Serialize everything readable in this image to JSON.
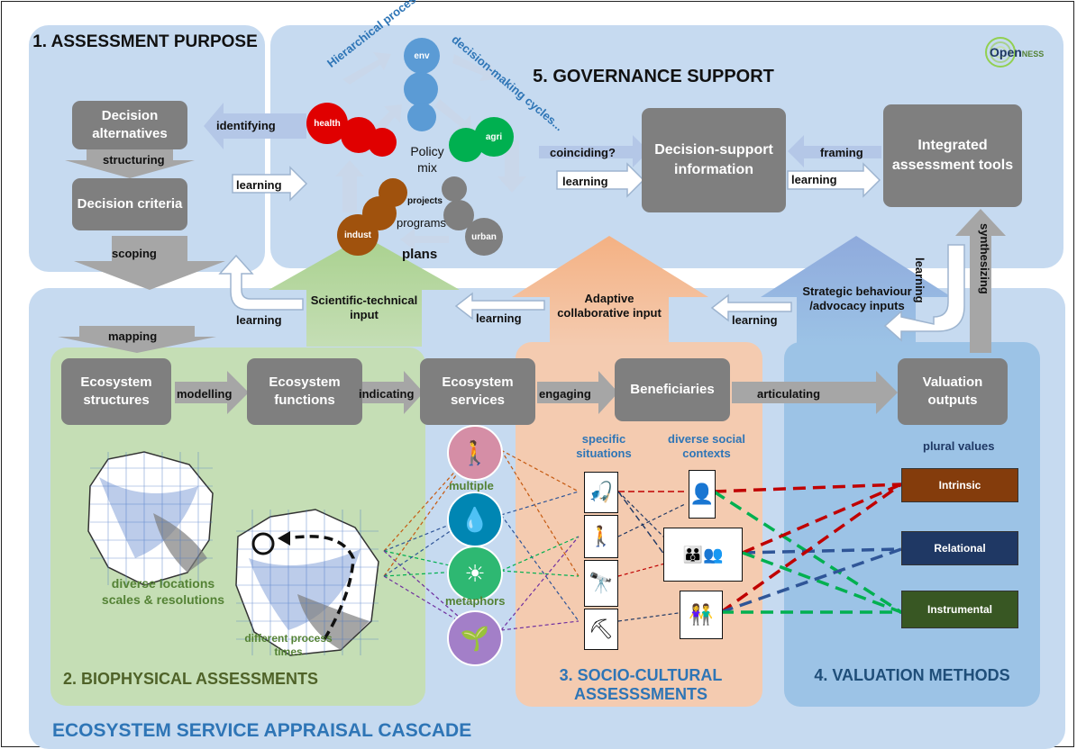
{
  "regions": {
    "purpose_title": "1. ASSESSMENT PURPOSE",
    "governance_title": "5. GOVERNANCE SUPPORT",
    "biophysical_title": "2. BIOPHYSICAL ASSESSMENTS",
    "socio_title": "3. SOCIO-CULTURAL ASSESSSMENTS",
    "valuation_title": "4. VALUATION METHODS",
    "cascade_title": "ECOSYSTEM SERVICE APPRAISAL CASCADE"
  },
  "logo": {
    "text_left": "Open",
    "text_right": "NESS"
  },
  "boxes": {
    "decision_alternatives": "Decision alternatives",
    "decision_criteria": "Decision criteria",
    "decision_support": "Decision-support information",
    "integrated_tools": "Integrated assessment tools",
    "eco_structures": "Ecosystem structures",
    "eco_functions": "Ecosystem functions",
    "eco_services": "Ecosystem services",
    "beneficiaries": "Beneficiaries",
    "valuation_outputs": "Valuation outputs"
  },
  "arrows": {
    "identifying": "identifying",
    "structuring": "structuring",
    "scoping": "scoping",
    "learning": "learning",
    "coinciding": "coinciding?",
    "framing": "framing",
    "synthesizing": "synthesizing",
    "mapping": "mapping",
    "modelling": "modelling",
    "indicating": "indicating",
    "engaging": "engaging",
    "articulating": "articulating"
  },
  "inputs": {
    "scientific": "Scientific-technical input",
    "adaptive": "Adaptive collaborative input",
    "strategic": "Strategic behaviour /advocacy inputs"
  },
  "policy": {
    "hierarchical": "Hierarchical processes...",
    "cycles": "decision-making cycles...",
    "mix": "Policy mix",
    "projects": "projects",
    "programs": "programs",
    "plans": "plans",
    "circles": {
      "env": "env",
      "health": "health",
      "agri": "agri",
      "indust": "indust",
      "urban": "urban"
    }
  },
  "bio_notes": {
    "locations": "diverse locations",
    "scales": "scales & resolutions",
    "times": "different process times"
  },
  "es_notes": {
    "multiple": "multiple",
    "metaphors": "metaphors"
  },
  "socio_notes": {
    "situations": "specific situations",
    "contexts": "diverse social contexts"
  },
  "values": {
    "heading": "plural values",
    "intrinsic": "Intrinsic",
    "relational": "Relational",
    "instrumental": "Instrumental"
  },
  "colors": {
    "intrinsic": "#843c0c",
    "relational": "#1f3864",
    "instrumental": "#385723",
    "health": "#e00000",
    "agri": "#00b050",
    "env": "#5b9bd5",
    "indust": "#a0520d",
    "urban": "#7f7f7f"
  }
}
